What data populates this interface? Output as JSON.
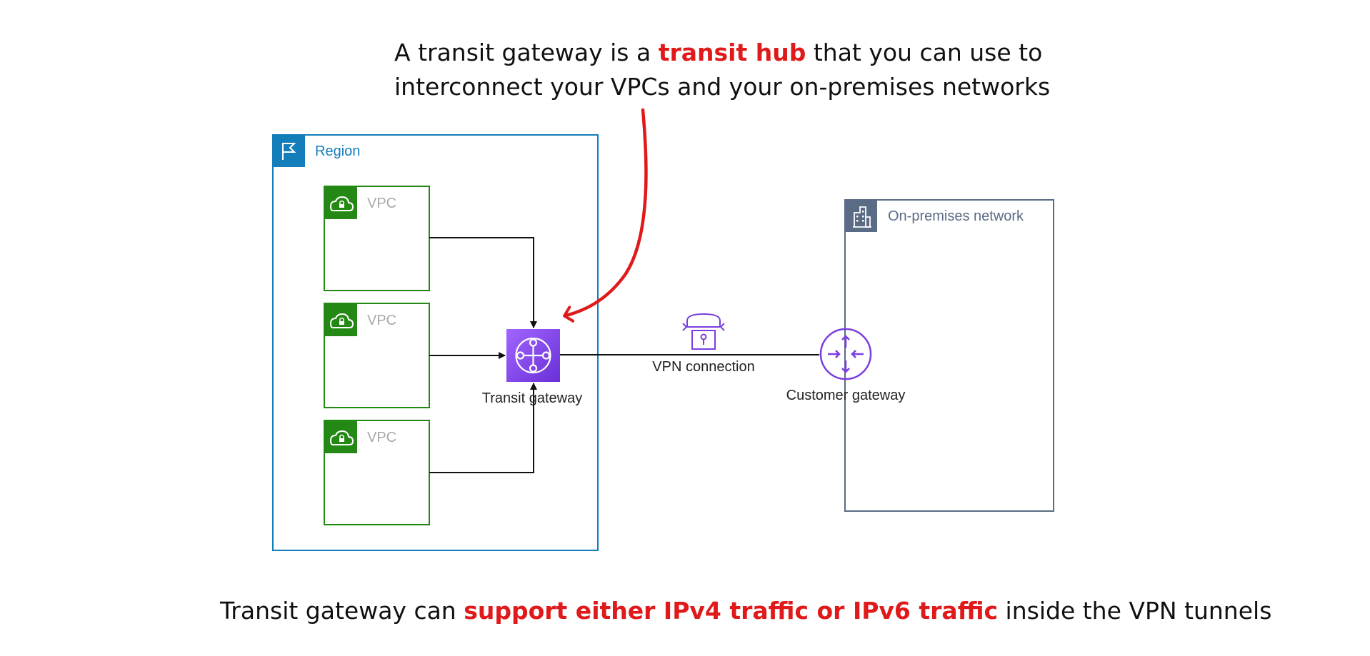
{
  "top_caption": {
    "pre": "A transit gateway is a ",
    "highlight": "transit hub",
    "post_line1": " that you can use to",
    "line2": "interconnect your VPCs and your on-premises networks"
  },
  "bottom_caption": {
    "pre": "Transit gateway can ",
    "highlight": "support either IPv4 traffic or IPv6 traffic",
    "post": " inside the VPN tunnels"
  },
  "diagram": {
    "region_label": "Region",
    "vpcs": [
      {
        "label": "VPC"
      },
      {
        "label": "VPC"
      },
      {
        "label": "VPC"
      }
    ],
    "transit_gateway_label": "Transit gateway",
    "vpn_connection_label": "VPN connection",
    "customer_gateway_label": "Customer gateway",
    "on_premises_label": "On-premises network"
  },
  "colors": {
    "highlight_red": "#e01a1a",
    "region_blue": "#147eba",
    "vpc_green": "#248814",
    "gateway_purple": "#8c4fff",
    "onprem_slate": "#5a6b86"
  }
}
